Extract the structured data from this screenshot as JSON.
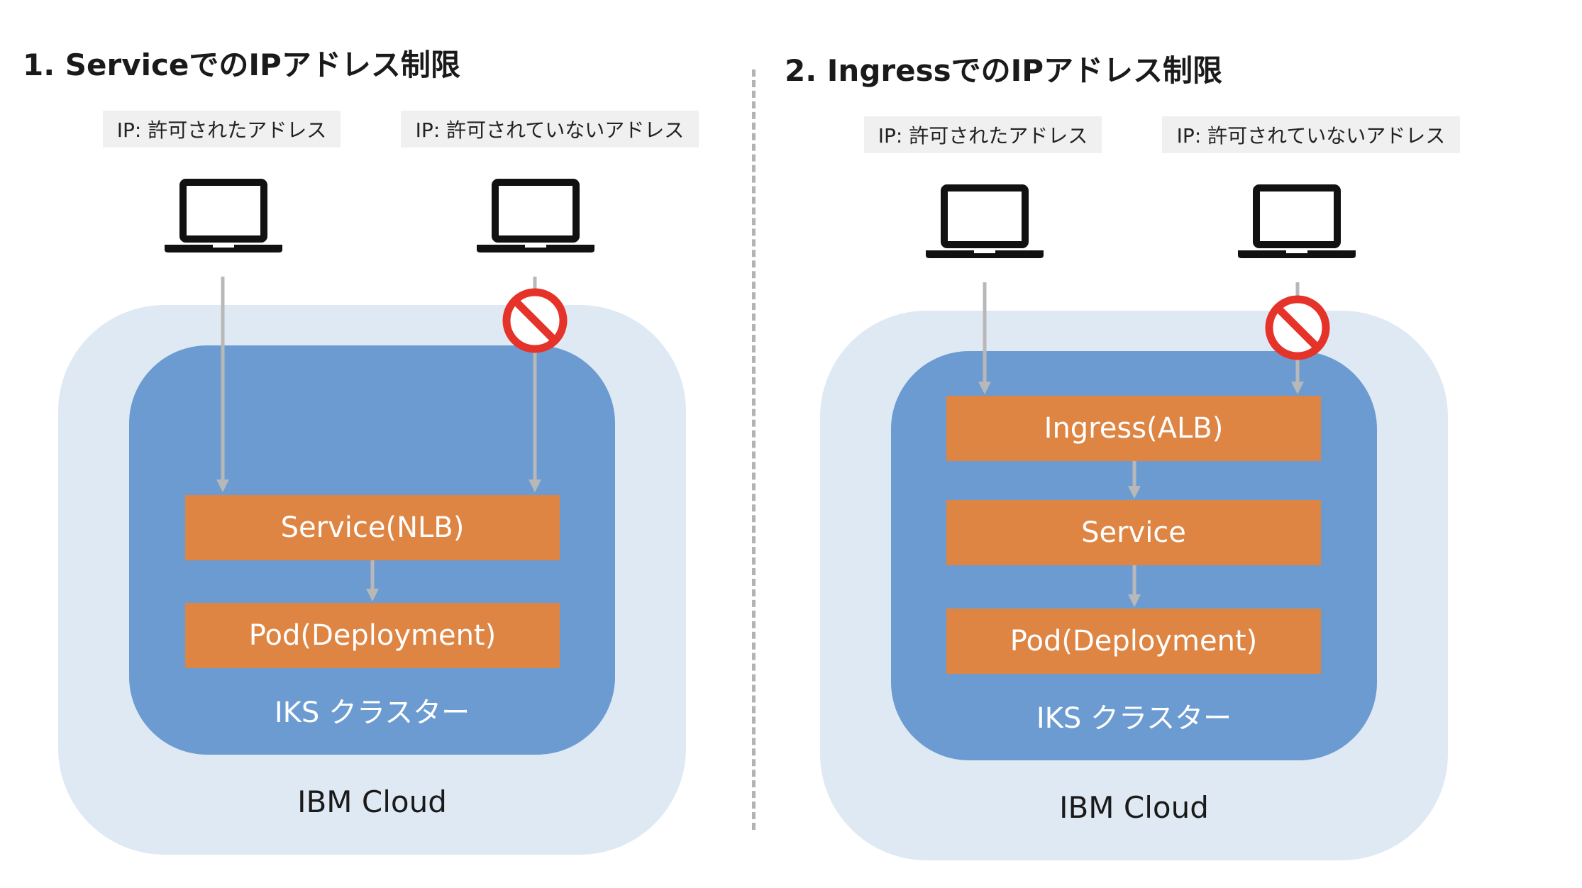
{
  "left": {
    "title": "1. ServiceでのIPアドレス制限",
    "allowed_label": "IP: 許可されたアドレス",
    "denied_label": "IP: 許可されていないアドレス",
    "boxes": [
      "Service(NLB)",
      "Pod(Deployment)"
    ],
    "cluster_label": "IKS クラスター",
    "cloud_label": "IBM Cloud"
  },
  "right": {
    "title": "2. IngressでのIPアドレス制限",
    "allowed_label": "IP: 許可されたアドレス",
    "denied_label": "IP: 許可されていないアドレス",
    "boxes": [
      "Ingress(ALB)",
      "Service",
      "Pod(Deployment)"
    ],
    "cluster_label": "IKS クラスター",
    "cloud_label": "IBM Cloud"
  },
  "icons": {
    "client": "laptop-icon",
    "blocked": "no-entry-icon"
  },
  "colors": {
    "cloud": "#dfe9f4",
    "cluster": "#6b9bd1",
    "box": "#df8544",
    "arrow": "#b8b8b8",
    "block": "#e63329"
  }
}
